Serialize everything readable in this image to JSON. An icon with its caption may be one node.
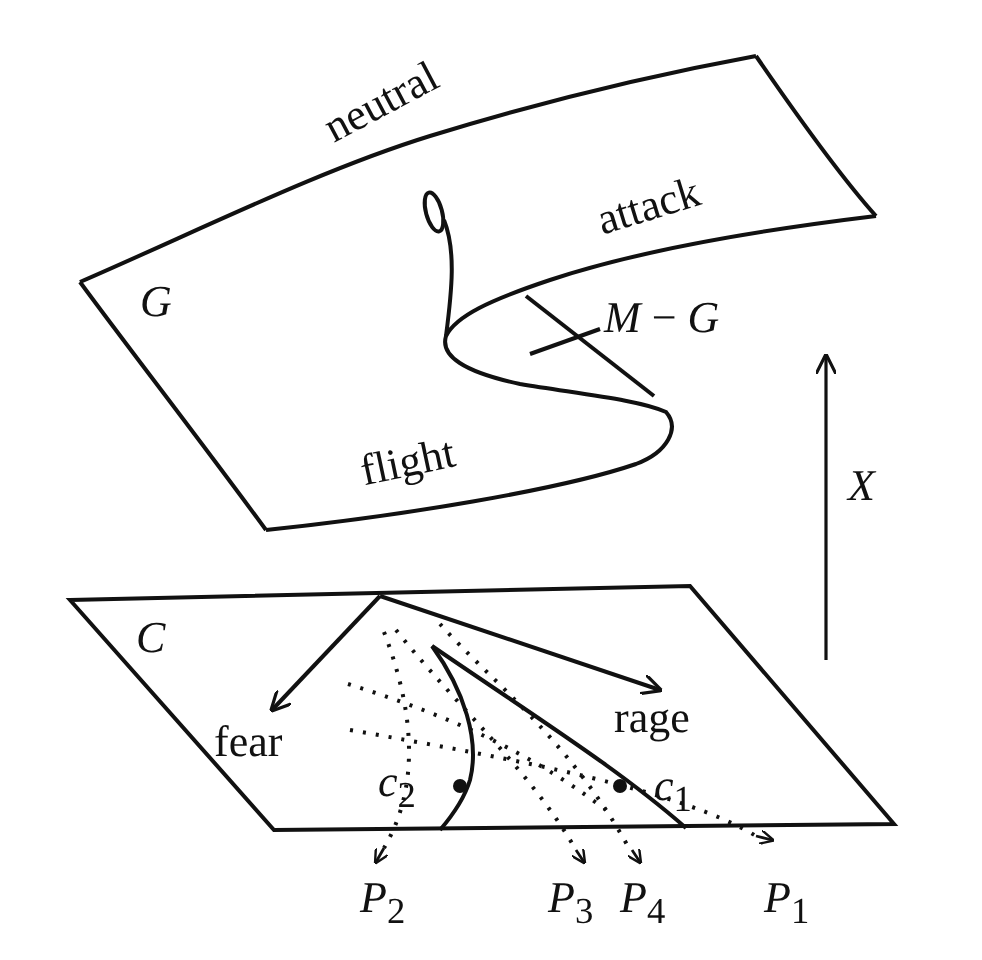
{
  "diagram": {
    "nodes": [
      {
        "text": [
          "*M* − *G*"
        ]
      },
      {
        "text": [],
        "shape": "line"
      }
    ],
    "edges": [
      {
        "from": 0,
        "to": 1,
        "arrow": "none"
      }
    ],
    "labels": [
      "neutral",
      "*G*",
      "attack",
      "*X*",
      "flight",
      "*C*",
      "fear",
      "rage",
      "*c*$_{2}$",
      "*c*$_{1}$",
      "*P*$_{2}$",
      "*P*$_{3}$",
      "*P*$_{4}$",
      "*P*$_{1}$"
    ]
  }
}
